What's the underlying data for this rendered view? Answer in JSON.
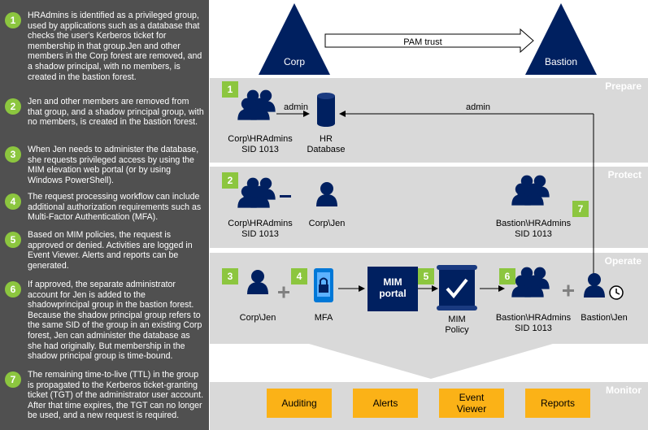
{
  "steps": [
    {
      "num": "1",
      "text": "HRAdmins is identified as a privileged group, used by applications such as a database that checks the user's Kerberos ticket for membership in that group.Jen and other members in the Corp forest are removed, and a shadow principal, with no members, is created in the bastion forest."
    },
    {
      "num": "2",
      "text": "Jen and other members are removed from that group, and a shadow principal group, with no members, is created in the bastion forest."
    },
    {
      "num": "3",
      "text": "When Jen needs to administer the database, she requests privileged access by using the MIM elevation web portal (or by using Windows PowerShell)."
    },
    {
      "num": "4",
      "text": "The request processing workflow can include additional authorization requirements such as Multi-Factor Authentication (MFA)."
    },
    {
      "num": "5",
      "text": "Based on MIM policies, the request is approved or denied. Activities are logged in Event Viewer. Alerts and reports can be generated."
    },
    {
      "num": "6",
      "text": "If approved, the separate administrator account for Jen is added to the shadowprincipal group in the bastion forest. Because the shadow principal group refers to the same SID of the group in an existing Corp forest, Jen can administer the database as she had originally. But membership in the shadow principal group is time-bound."
    },
    {
      "num": "7",
      "text": "The remaining time-to-live (TTL) in the group is propagated to the Kerberos ticket-granting ticket (TGT) of the administrator user account. After that time expires, the TGT can no longer be used, and a new request is required."
    }
  ],
  "forests": {
    "corp": "Corp",
    "bastion": "Bastion",
    "trust": "PAM trust"
  },
  "bands": {
    "prepare": "Prepare",
    "protect": "Protect",
    "operate": "Operate",
    "monitor": "Monitor"
  },
  "prepare": {
    "group": "Corp\\HRAdmins\nSID 1013",
    "db": "HR\nDatabase",
    "admin_left": "admin",
    "admin_right": "admin"
  },
  "protect": {
    "group": "Corp\\HRAdmins\nSID 1013",
    "user": "Corp\\Jen",
    "bastion_group": "Bastion\\HRAdmins\nSID 1013"
  },
  "operate": {
    "user": "Corp\\Jen",
    "mfa": "MFA",
    "portal": "MIM\nportal",
    "policy": "MIM\nPolicy",
    "bastion_group": "Bastion\\HRAdmins\nSID 1013",
    "bastion_user": "Bastion\\Jen"
  },
  "monitor": {
    "items": [
      "Auditing",
      "Alerts",
      "Event\nViewer",
      "Reports"
    ]
  },
  "colors": {
    "navy": "#002060",
    "green": "#8cc63f",
    "orange": "#fbb217",
    "band": "#d9d9d9",
    "panel": "#505050"
  }
}
